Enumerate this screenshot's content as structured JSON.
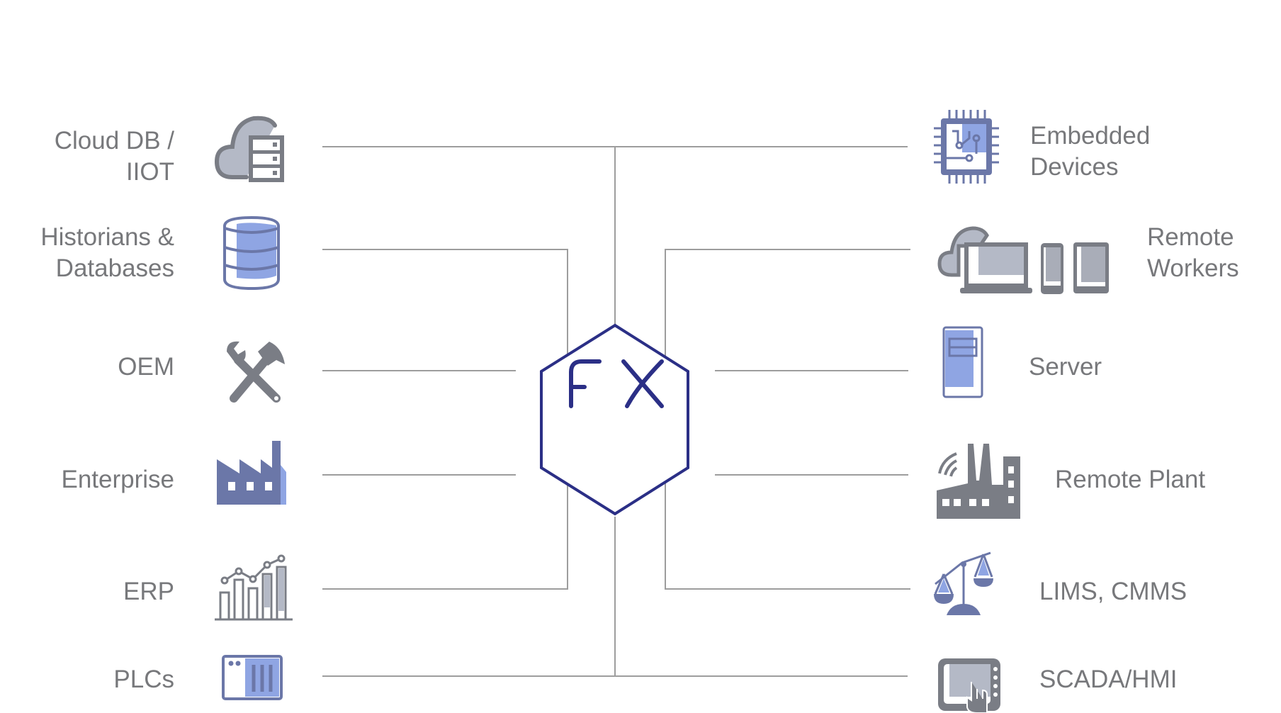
{
  "hub": {
    "label": "FX"
  },
  "left_nodes": [
    {
      "lines": [
        "Cloud DB /",
        "IIOT"
      ],
      "icon": "cloud-database-icon"
    },
    {
      "lines": [
        "Historians &",
        "Databases"
      ],
      "icon": "database-icon"
    },
    {
      "lines": [
        "OEM"
      ],
      "icon": "tools-icon"
    },
    {
      "lines": [
        "Enterprise"
      ],
      "icon": "factory-icon"
    },
    {
      "lines": [
        "ERP"
      ],
      "icon": "bar-chart-icon"
    },
    {
      "lines": [
        "PLCs"
      ],
      "icon": "plc-icon"
    }
  ],
  "right_nodes": [
    {
      "lines": [
        "Embedded",
        "Devices"
      ],
      "icon": "chip-icon"
    },
    {
      "lines": [
        "Remote",
        "Workers"
      ],
      "icon": "devices-icon"
    },
    {
      "lines": [
        "Server"
      ],
      "icon": "server-icon"
    },
    {
      "lines": [
        "Remote Plant"
      ],
      "icon": "remote-plant-icon"
    },
    {
      "lines": [
        "LIMS, CMMS"
      ],
      "icon": "scales-icon"
    },
    {
      "lines": [
        "SCADA/HMI"
      ],
      "icon": "touchscreen-icon"
    }
  ],
  "colors": {
    "line": "#9d9d9d",
    "hub": "#2b2f86",
    "text": "#77787b",
    "icon_gray": "#7a7d85",
    "icon_light": "#b4b9c6",
    "icon_blue": "#6b77a8",
    "icon_lightblue": "#8fa5e3"
  }
}
